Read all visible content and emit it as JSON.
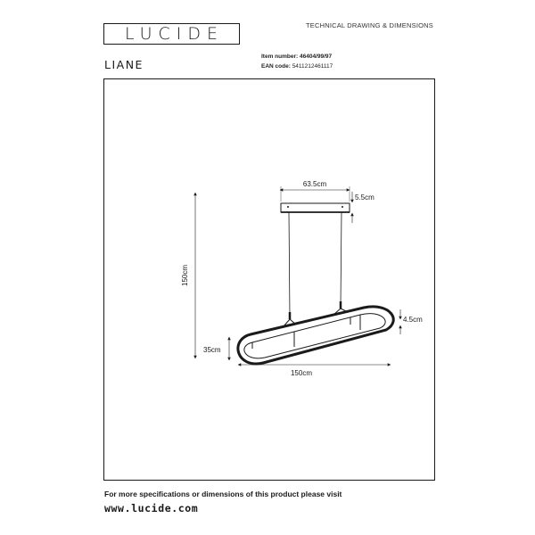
{
  "brand": {
    "logo_text": "LUCIDE"
  },
  "header": {
    "doc_type": "TECHNICAL DRAWING & DIMENSIONS",
    "product_name": "LIANE",
    "item_label": "Item number:",
    "item_value": "46404/99/97",
    "ean_label": "EAN code:",
    "ean_value": "5411212461117"
  },
  "drawing": {
    "dims": {
      "canopy_width": "63.5cm",
      "canopy_height": "5.5cm",
      "total_height": "150cm",
      "ring_depth": "35cm",
      "ring_height": "4.5cm",
      "ring_width": "150cm"
    }
  },
  "footer": {
    "note": "For more specifications or dimensions of this product please visit",
    "url": "www.lucide.com"
  },
  "colors": {
    "ink": "#1a1a1a",
    "frame": "#1a1a1a",
    "background": "#ffffff"
  }
}
